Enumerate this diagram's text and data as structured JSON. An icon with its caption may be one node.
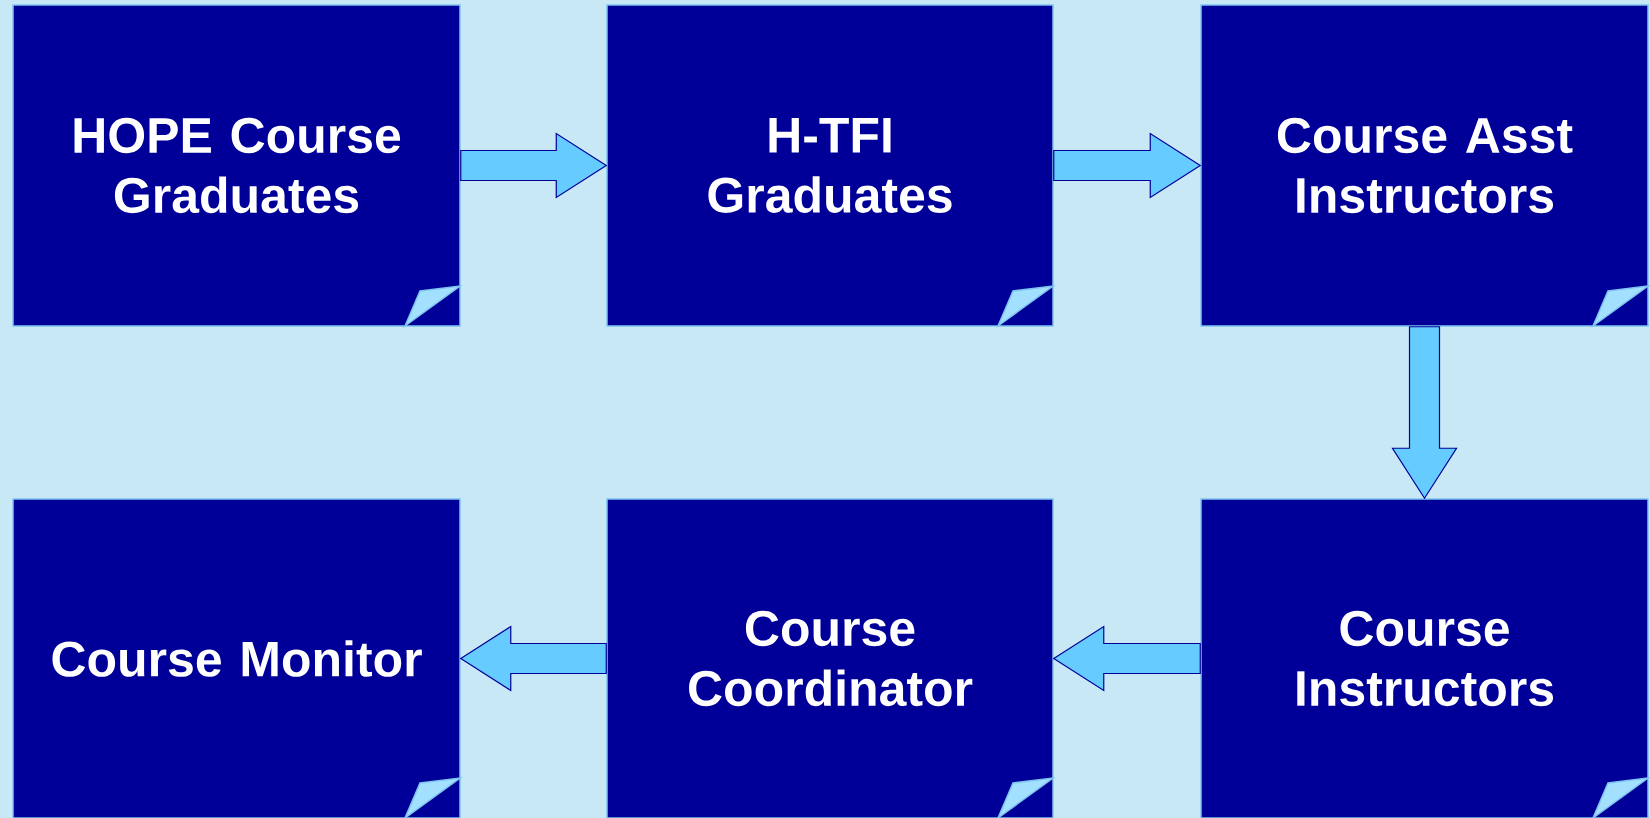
{
  "diagram": {
    "nodes": [
      {
        "text": [
          "HOPE Course Graduates"
        ]
      },
      {
        "text": [
          "H-TFI Graduates"
        ]
      },
      {
        "text": [
          "Course Asst Instructors"
        ]
      },
      {
        "text": [
          "Course Monitor"
        ]
      },
      {
        "text": [
          "Course Coordinator"
        ]
      },
      {
        "text": [
          "Course Instructors"
        ]
      }
    ],
    "edges": [
      {
        "from": 0,
        "to": 1,
        "arrow": "to"
      },
      {
        "from": 1,
        "to": 2,
        "arrow": "to"
      },
      {
        "from": 2,
        "to": 5,
        "arrow": "to"
      },
      {
        "from": 5,
        "to": 4,
        "arrow": "to"
      },
      {
        "from": 4,
        "to": 3,
        "arrow": "to"
      }
    ]
  }
}
